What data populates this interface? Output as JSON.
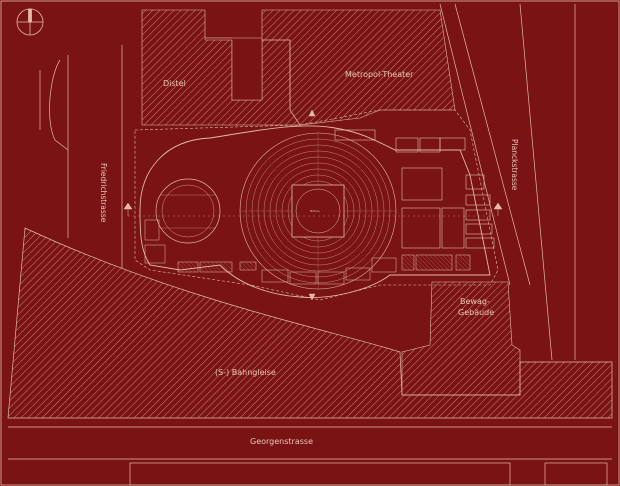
{
  "colors": {
    "background": "#7a1414",
    "line": "#e3b9a6",
    "hatch": "#c9856f"
  },
  "labels": {
    "distel": "Distel",
    "metropol": "Metropol-Theater",
    "friedrichstrasse": "Friedrichstrasse",
    "planckstrasse": "Planckstrasse",
    "bewag_line1": "Bewag-",
    "bewag_line2": "Gebäude",
    "bahngleise": "(S-) Bahngleise",
    "georgenstrasse": "Georgenstrasse"
  },
  "icons": {
    "north_arrow": "north-arrow-icon"
  }
}
